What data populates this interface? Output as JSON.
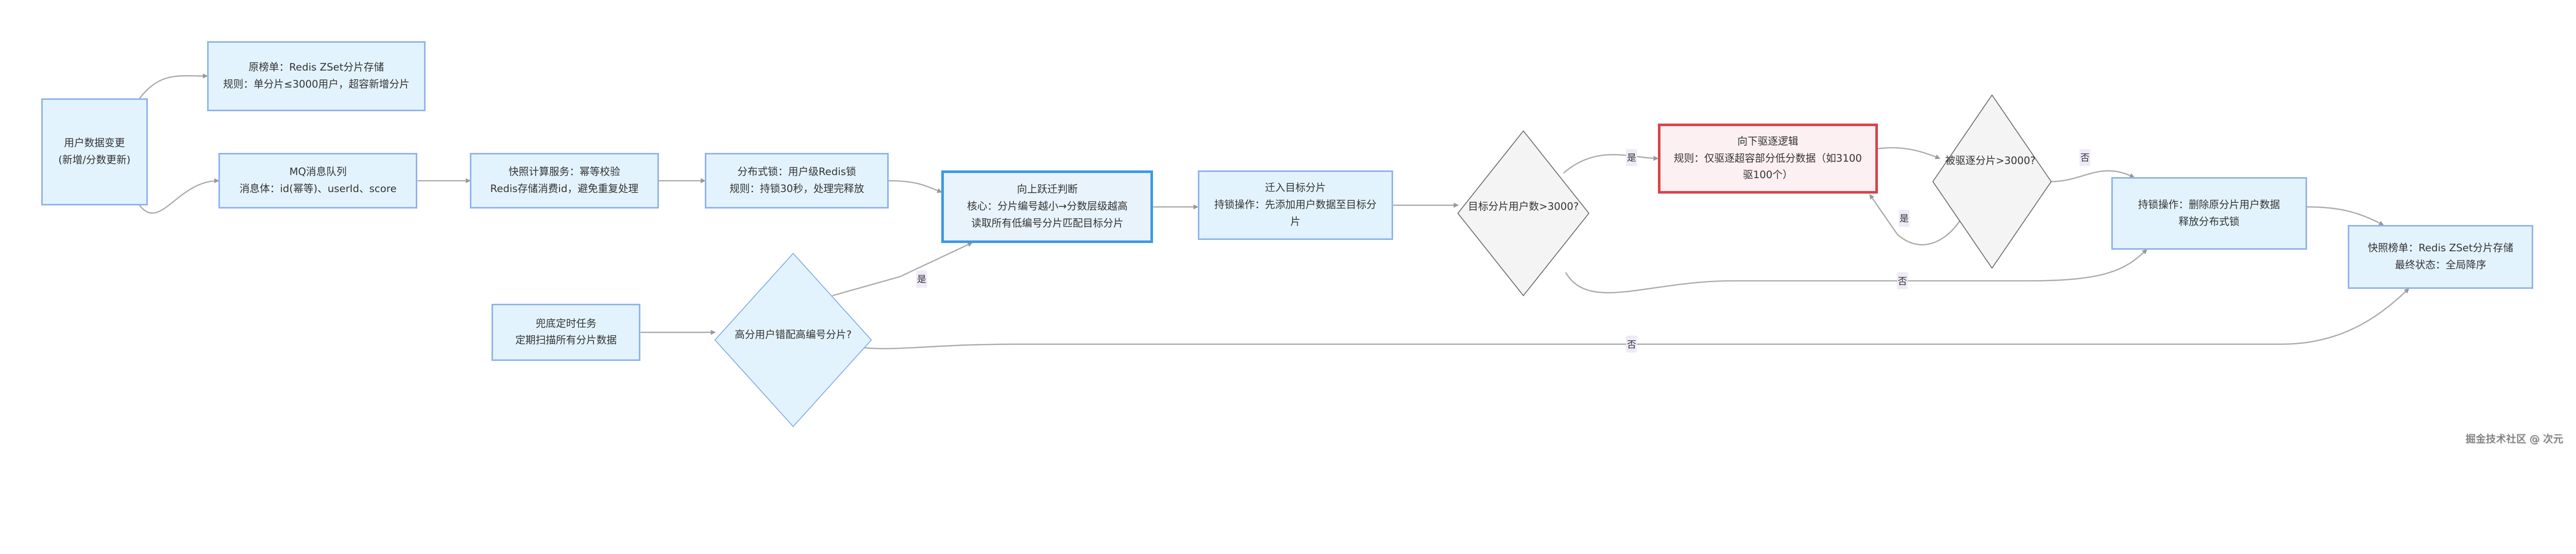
{
  "nodes": {
    "user_change": {
      "line1": "用户数据变更",
      "line2": "(新增/分数更新)"
    },
    "orig_board": {
      "line1": "原榜单：Redis ZSet分片存储",
      "line2": "规则：单分片≤3000用户，超容新增分片"
    },
    "mq": {
      "line1": "MQ消息队列",
      "line2": "消息体：id(幂等)、userId、score"
    },
    "snapshot_service": {
      "line1": "快照计算服务：幂等校验",
      "line2": "Redis存储消费id，避免重复处理"
    },
    "dist_lock": {
      "line1": "分布式锁：用户级Redis锁",
      "line2": "规则：持锁30秒，处理完释放"
    },
    "upward": {
      "line1": "向上跃迁判断",
      "line2": "核心：分片编号越小→分数层级越高",
      "line3": "读取所有低编号分片匹配目标分片"
    },
    "fallback": {
      "line1": "兜底定时任务",
      "line2": "定期扫描所有分片数据"
    },
    "mismatch_decision": {
      "text": "高分用户错配高编号分片?"
    },
    "migrate_in": {
      "line1": "迁入目标分片",
      "line2": "持锁操作：先添加用户数据至目标分片"
    },
    "target_decision": {
      "text": "目标分片用户数>3000?"
    },
    "evict": {
      "line1": "向下驱逐逻辑",
      "line2": "规则：仅驱逐超容部分低分数据（如3100驱100个）"
    },
    "evicted_decision": {
      "text": "被驱逐分片>3000?"
    },
    "delete_orig": {
      "line1": "持锁操作：删除原分片用户数据",
      "line2": "释放分布式锁"
    },
    "snapshot_board": {
      "line1": "快照榜单：Redis ZSet分片存储",
      "line2": "最终状态：全局降序"
    }
  },
  "edge_labels": {
    "mismatch_yes": "是",
    "mismatch_no": "否",
    "target_yes": "是",
    "target_no": "否",
    "evicted_yes": "是",
    "evicted_no": "否"
  },
  "watermark": "掘金技术社区 @ 次元",
  "colors": {
    "node_fill": "#e3f3fd",
    "node_border": "#8fb4ea",
    "evict_fill": "#fdf0f3",
    "evict_border": "#d9434a",
    "decision_gray": "#f4f4f4",
    "edge": "#aaaaaa"
  }
}
